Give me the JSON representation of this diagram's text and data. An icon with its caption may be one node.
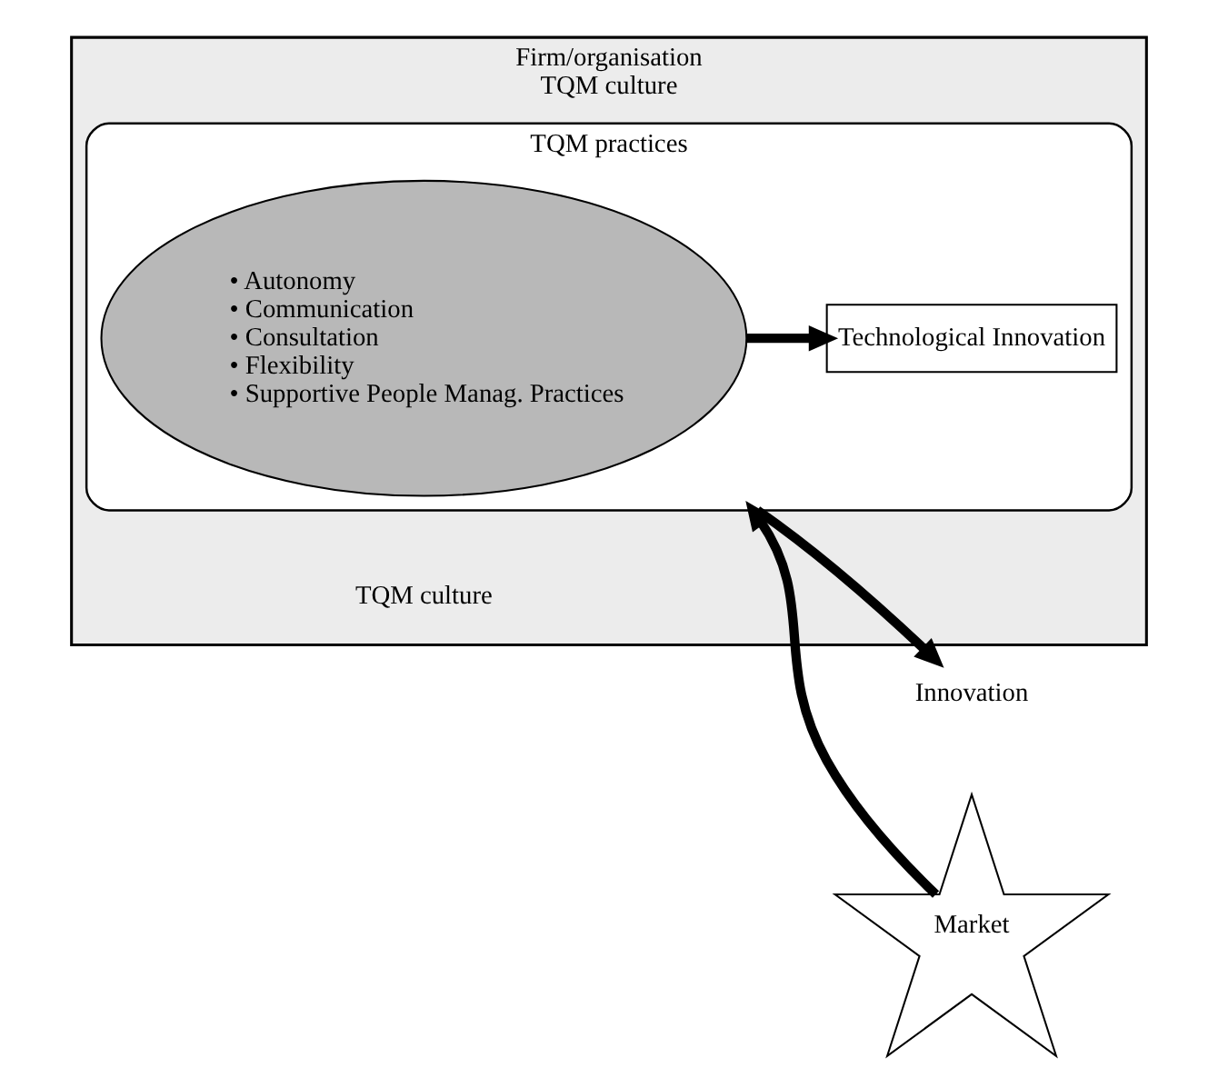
{
  "diagram": {
    "nodes": [
      {
        "text": [
          "Firm/organisation",
          "TQM culture",
          "TQM culture"
        ]
      },
      {
        "text": [
          "TQM practices"
        ],
        "in": 0
      },
      {
        "text": [
          "• Autonomy",
          "• Communication",
          "• Consultation",
          "• Flexibility",
          "• Supportive People Manag. Practices"
        ],
        "in": 1
      },
      {
        "text": [
          "Technological Innovation"
        ],
        "in": 1
      },
      {
        "text": [
          "Market"
        ]
      },
      {
        "text": [
          "Innovation"
        ]
      }
    ],
    "edges": [
      {
        "from": 2,
        "to": 3,
        "arrow": "to"
      },
      {
        "from": 4,
        "to": 1,
        "arrow": "to"
      },
      {
        "from": 1,
        "to": 5,
        "arrow": "to"
      }
    ]
  }
}
